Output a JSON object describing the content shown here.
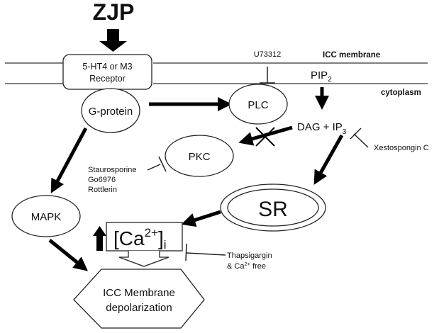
{
  "diagram": {
    "title": "ZJP",
    "labels": {
      "membrane": "ICC membrane",
      "cytoplasm": "cytoplasm"
    },
    "nodes": {
      "receptor": [
        "5-HT4 or M3",
        "Receptor"
      ],
      "g_protein": "G-protein",
      "plc": "PLC",
      "pip2": "PIP",
      "pip2_sub": "2",
      "dag_ip3": "DAG + IP",
      "dag_ip3_sub": "3",
      "pkc": "PKC",
      "mapk": "MAPK",
      "sr": "SR",
      "ca": "[Ca",
      "ca_sup": "2+",
      "ca_close": "]",
      "ca_sub": "i",
      "depolarization": [
        "ICC Membrane",
        "depolarization"
      ]
    },
    "inhibitors": {
      "u73312": "U73312",
      "xestospongin": "Xestospongin C",
      "pkc_inhibitors": [
        "Staurosporine",
        "Go6976",
        "Rottlerin"
      ],
      "thapsigargin": "Thapsigargin",
      "ca_free_prefix": "& Ca",
      "ca_free_sup": "2+",
      "ca_free_suffix": " free"
    },
    "edges": [
      {
        "from": "ZJP",
        "to": "receptor",
        "type": "activation"
      },
      {
        "from": "G-protein",
        "to": "PLC",
        "type": "activation"
      },
      {
        "from": "PIP2",
        "to": "DAG + IP3",
        "type": "activation"
      },
      {
        "from": "DAG + IP3",
        "to": "PKC",
        "type": "blocked"
      },
      {
        "from": "DAG + IP3",
        "to": "SR",
        "type": "activation"
      },
      {
        "from": "G-protein",
        "to": "MAPK",
        "type": "activation"
      },
      {
        "from": "SR",
        "to": "[Ca2+]i",
        "type": "activation"
      },
      {
        "from": "MAPK",
        "to": "ICC Membrane depolarization",
        "type": "activation"
      },
      {
        "from": "[Ca2+]i",
        "to": "ICC Membrane depolarization",
        "type": "activation"
      },
      {
        "from": "U73312",
        "to": "PLC",
        "type": "inhibition"
      },
      {
        "from": "Xestospongin C",
        "to": "IP3",
        "type": "inhibition"
      },
      {
        "from": "Staurosporine/Go6976/Rottlerin",
        "to": "PKC",
        "type": "inhibition"
      },
      {
        "from": "Thapsigargin & Ca2+ free",
        "to": "[Ca2+]i",
        "type": "inhibition"
      }
    ]
  }
}
